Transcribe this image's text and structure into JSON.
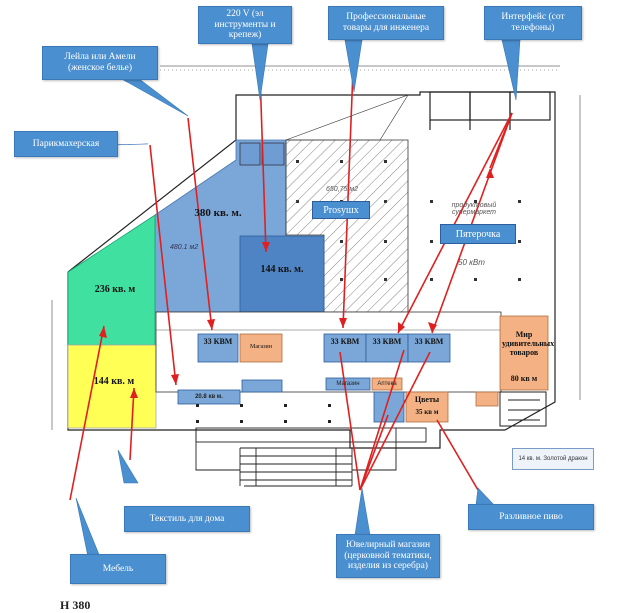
{
  "callouts": {
    "tool_220v": "220 V (эл инструменты и крепеж)",
    "professional": "Профессиональные товары для инженера",
    "interfax": "Интерфейс (сот телефоны)",
    "leila": "Лейла или Амели (женское белье)",
    "hairdresser": "Парикмахерская",
    "textile": "Текстиль для дома",
    "furniture": "Мебель",
    "jewelry": "Ювелирный магазин (церковной тематики, изделия из серебра)",
    "draft_beer": "Разливное пиво"
  },
  "zones": {
    "z380": "380 кв. м.",
    "z144_blue": "144 кв. м.",
    "z236": "236 кв. м",
    "z144_yellow": "144 кв. м",
    "prosushi": "Prosушх",
    "pyaterochka": "Пятерочка",
    "world_of_goods": "Мир удивительных товаров",
    "world_of_goods_area": "80 кв м",
    "flowers": "Цветы",
    "flowers_area": "35 кв м",
    "shop_blue": "Магазин",
    "shop_small": "20.8 кв м."
  },
  "units": {
    "u33a": "33 КВМ",
    "u33b": "33 КВМ",
    "u33c": "33 КВМ",
    "u33d": "33 КВМ"
  },
  "plan_text": {
    "supermarket": "продуктовый супермаркет",
    "power": "50 кВт",
    "area_sketch": "650,75 м2",
    "area_small": "480.1 м2",
    "side_note": "14 кв. м. Золотой дракон",
    "label_a": "Магазин",
    "label_b": "Аптека",
    "bottom_text": "Н 380"
  },
  "colors": {
    "callout": "#4a8fd0",
    "blue_zone": "#7aa7d8",
    "dark_blue_zone": "#4f84c4",
    "green_zone": "#3fe0a0",
    "yellow_zone": "#ffff55",
    "orange_zone": "#f4b183",
    "arrow": "#e02020"
  }
}
